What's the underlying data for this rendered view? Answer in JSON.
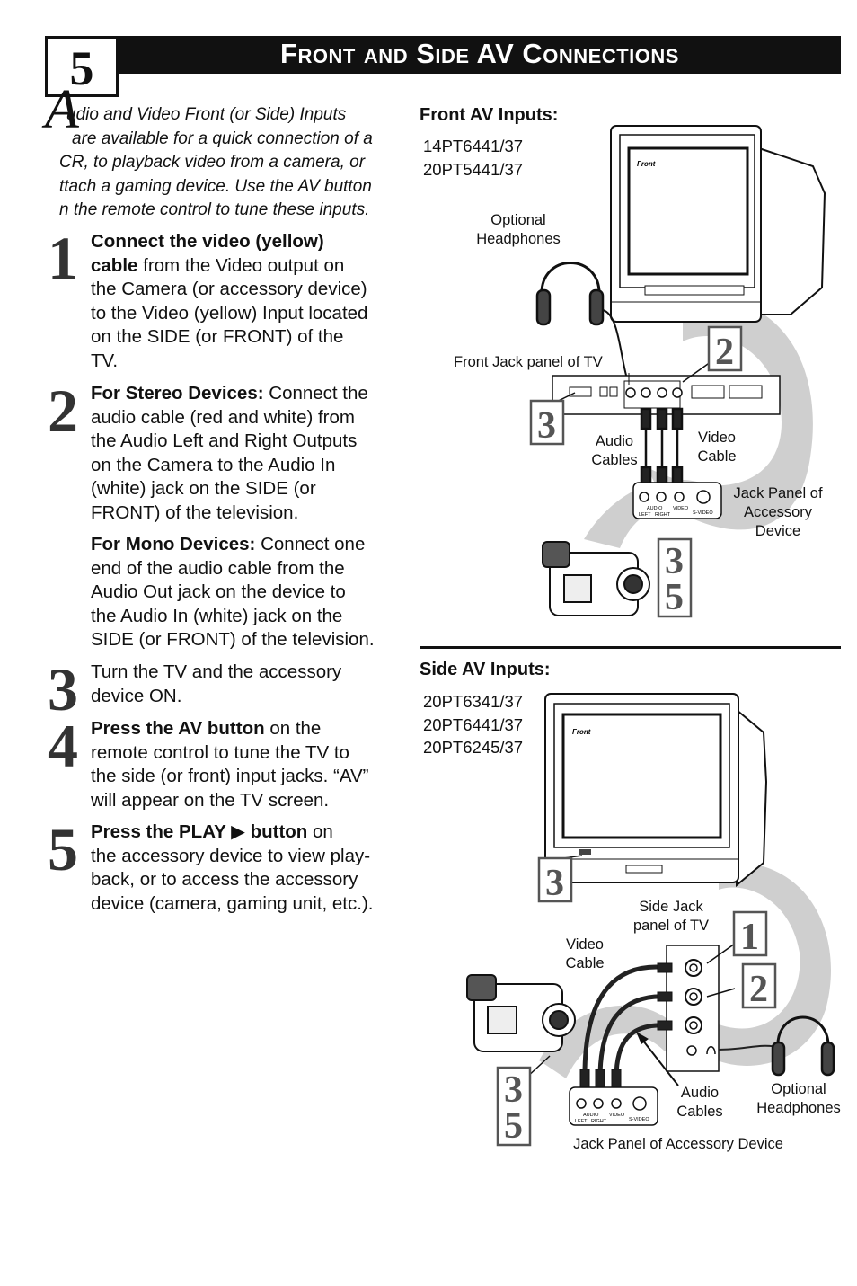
{
  "header": {
    "page_number": "5",
    "title": "Front and Side AV Connections"
  },
  "intro": {
    "drop_cap": "A",
    "lines": [
      "udio and Video Front (or Side) Inputs",
      "are available for a quick connection of a",
      "CR, to playback video from a camera, or",
      "ttach a gaming device. Use the AV button",
      "n the remote control to tune these inputs."
    ]
  },
  "steps": [
    {
      "number": "1",
      "lines": [
        {
          "bold": "Connect the video (yellow)",
          "text": ""
        },
        {
          "bold": "cable",
          "text": " from the Video output on"
        },
        {
          "bold": "",
          "text": "the Camera (or accessory device)"
        },
        {
          "bold": "",
          "text": "to the Video (yellow) Input located"
        },
        {
          "bold": "",
          "text": "on the SIDE (or FRONT) of the"
        },
        {
          "bold": "",
          "text": "TV."
        }
      ]
    },
    {
      "number": "2",
      "lines": [
        {
          "bold": "For Stereo Devices:",
          "text": " Connect the"
        },
        {
          "bold": "",
          "text": "audio cable (red and white) from"
        },
        {
          "bold": "",
          "text": "the Audio Left and Right Outputs"
        },
        {
          "bold": "",
          "text": "on the Camera to the Audio In"
        },
        {
          "bold": "",
          "text": "(white) jack on the SIDE (or"
        },
        {
          "bold": "",
          "text": "FRONT) of the television."
        }
      ],
      "mono_lines": [
        {
          "bold": "For Mono Devices:",
          "text": " Connect one"
        },
        {
          "bold": "",
          "text": "end of the audio cable from the"
        },
        {
          "bold": "",
          "text": "Audio Out jack on the device to"
        },
        {
          "bold": "",
          "text": "the Audio In (white) jack on the"
        },
        {
          "bold": "",
          "text": "SIDE (or FRONT) of the television."
        }
      ]
    },
    {
      "number": "3",
      "lines": [
        {
          "bold": "",
          "text": "Turn the TV and the accessory"
        },
        {
          "bold": "",
          "text": "device ON."
        }
      ]
    },
    {
      "number": "4",
      "lines": [
        {
          "bold": "Press the AV button",
          "text": " on the"
        },
        {
          "bold": "",
          "text": "remote control to tune the TV to"
        },
        {
          "bold": "",
          "text": "the side (or front) input jacks. “AV”"
        },
        {
          "bold": "",
          "text": "will appear on the TV screen."
        }
      ]
    },
    {
      "number": "5",
      "lines": [
        {
          "bold": "Press the PLAY ▶ button",
          "text": " on"
        },
        {
          "bold": "",
          "text": "the accessory device to view play-"
        },
        {
          "bold": "",
          "text": "back, or to access the accessory"
        },
        {
          "bold": "",
          "text": "device (camera, gaming unit, etc.)."
        }
      ]
    }
  ],
  "front": {
    "title": "Front AV Inputs:",
    "models": [
      "14PT6441/37",
      "20PT5441/37"
    ],
    "labels": {
      "optional_headphones": [
        "Optional",
        "Headphones"
      ],
      "front_jack_panel": "Front Jack panel of TV",
      "audio_cables": [
        "Audio",
        "Cables"
      ],
      "video_cable": [
        "Video",
        "Cable"
      ],
      "accessory_jack_panel": [
        "Jack Panel of",
        "Accessory",
        "Device"
      ]
    },
    "callouts": [
      "2",
      "3",
      "3",
      "5"
    ],
    "tv_brand": "Front",
    "jack_labels": {
      "audio": "AUDIO",
      "left": "LEFT",
      "right": "RIGHT",
      "video": "VIDEO",
      "svideo": "S-VIDEO"
    }
  },
  "side": {
    "title": "Side AV Inputs:",
    "models": [
      "20PT6341/37",
      "20PT6441/37",
      "20PT6245/37"
    ],
    "labels": {
      "side_jack_panel": [
        "Side Jack",
        "panel of TV"
      ],
      "video_cable": [
        "Video",
        "Cable"
      ],
      "audio_cables": [
        "Audio",
        "Cables"
      ],
      "optional_headphones": [
        "Optional",
        "Headphones"
      ],
      "accessory_jack_panel": "Jack Panel of Accessory Device"
    },
    "callouts": [
      "3",
      "1",
      "2",
      "3",
      "5"
    ],
    "tv_brand": "Front",
    "jack_labels": {
      "audio": "AUDIO",
      "left": "LEFT",
      "right": "RIGHT",
      "video": "VIDEO",
      "svideo": "S-VIDEO"
    }
  }
}
